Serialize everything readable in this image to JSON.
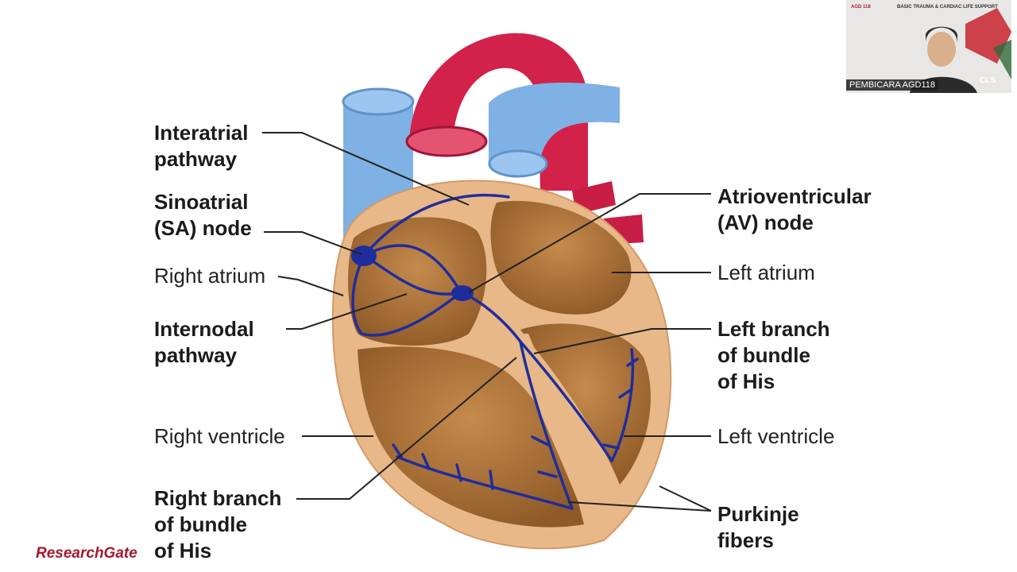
{
  "labels": {
    "interatrial": [
      "Interatrial",
      "pathway"
    ],
    "sa_node": [
      "Sinoatrial",
      "(SA) node"
    ],
    "right_atrium": "Right atrium",
    "internodal": [
      "Internodal",
      "pathway"
    ],
    "right_ventricle": "Right ventricle",
    "right_branch": [
      "Right branch",
      "of bundle",
      "of His"
    ],
    "av_node": [
      "Atrioventricular",
      "(AV) node"
    ],
    "left_atrium": "Left atrium",
    "left_branch": [
      "Left branch",
      "of bundle",
      "of His"
    ],
    "left_ventricle": "Left ventricle",
    "purkinje": [
      "Purkinje",
      "fibers"
    ]
  },
  "watermark": "ResearchGate",
  "video_overlay": {
    "logo_text": "AGD 118",
    "banner_title": "BASIC TRAUMA & CARDIAC LIFE SUPPORT",
    "cls_text": "CLS",
    "speaker_tag": "PEMBICARA AGD118"
  },
  "colors": {
    "aorta": "#d2224a",
    "vein": "#7fb1e5",
    "heart_outer": "#e9b888",
    "heart_inner": "#b3773c",
    "conduction": "#1f2d9c"
  }
}
